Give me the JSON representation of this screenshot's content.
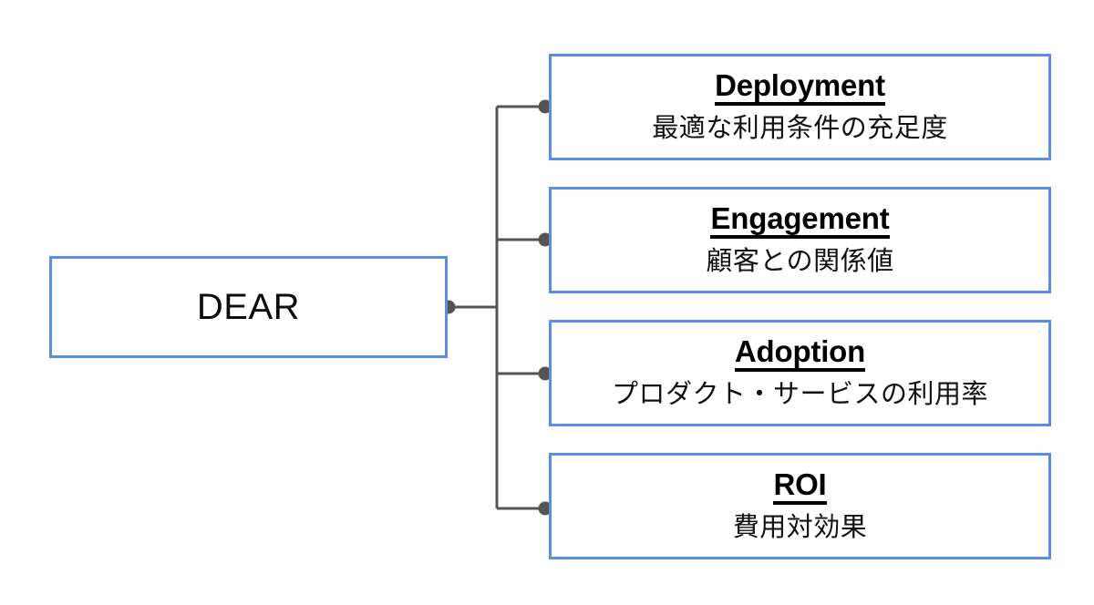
{
  "diagram": {
    "type": "tree-mindmap",
    "orientation": "left-to-right",
    "root": {
      "label": "DEAR"
    },
    "branches": [
      {
        "title": "Deployment",
        "desc": "最適な利用条件の充足度"
      },
      {
        "title": "Engagement",
        "desc": "顧客との関係値"
      },
      {
        "title": "Adoption",
        "desc": "プロダクト・サービスの利用率"
      },
      {
        "title": "ROI",
        "desc": "費用対効果"
      }
    ],
    "colors": {
      "box_border": "#5b8ce6",
      "box_fill": "#ffffff",
      "connector_line": "#545454",
      "connector_dot": "#545454",
      "text": "#000000",
      "background": "#ffffff"
    },
    "connectors": {
      "root_dot_label": "root-connector-dot",
      "branch_dot_label": "branch-connector-dot",
      "trunk_label": "vertical-trunk"
    }
  }
}
